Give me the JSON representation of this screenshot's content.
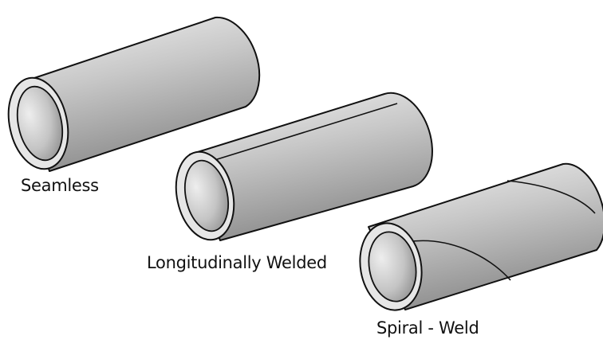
{
  "labels": {
    "seamless": "Seamless",
    "longitudinal": "Longitudinally Welded",
    "spiral": "Spiral - Weld"
  },
  "colors": {
    "outline": "#111111",
    "body_light": "#f4f4f4",
    "body_mid": "#c9c9c9",
    "body_dark": "#8e8e8e",
    "rim": "#e6e6e6",
    "bore_light": "#ececec",
    "bore_dark": "#9a9a9a"
  }
}
